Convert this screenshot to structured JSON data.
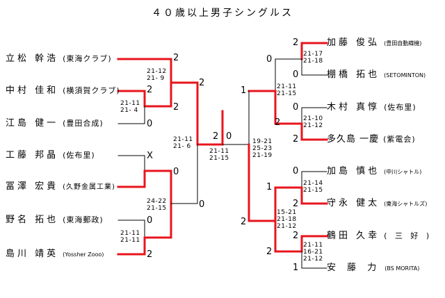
{
  "title": "４０歳以上男子シングルス",
  "players_left": [
    {
      "name": "立松 幹浩",
      "club": "(東海クラブ)"
    },
    {
      "name": "中村 佳和",
      "club": "(横須賀クラブ)"
    },
    {
      "name": "江島 健一",
      "club": "(豊田合成)"
    },
    {
      "name": "工藤 邦晶",
      "club": "(佐布里)"
    },
    {
      "name": "冨澤 宏貴",
      "club": "(久野金属工業)"
    },
    {
      "name": "野名 拓也",
      "club": "(東海郵政)"
    },
    {
      "name": "島川 靖英",
      "club": "(Yossher Zooo)"
    }
  ],
  "players_right": [
    {
      "name": "加藤 俊弘",
      "club": "(豊田自動織機)"
    },
    {
      "name": "棚橋 拓也",
      "club": "(SETOMINTON)"
    },
    {
      "name": "木村 真惇",
      "club": "(佐布里)"
    },
    {
      "name": "多久島 一慶",
      "club": "(紫電会)"
    },
    {
      "name": "加島 慎也",
      "club": "(中川シャトル)"
    },
    {
      "name": "守永 健太",
      "club": "(東海シャトルズ)"
    },
    {
      "name": "鶴田 久幸",
      "club": "( 三 好 )"
    },
    {
      "name": "安 藤 力",
      "club": "(BS MORITA)"
    }
  ],
  "game_wins": {
    "tatsumatsu": "2",
    "nakamura": "2",
    "ejima": "0",
    "kudo": "X",
    "tomizawa": "0",
    "nona": "0",
    "shimakawa": "2",
    "r2_nakamura": "2",
    "r2_shimakawa": "0",
    "semi_left": "2",
    "final_left": "2",
    "final_right": "0",
    "kato": "2",
    "tanahashi": "0",
    "kimura": "0",
    "takushima": "2",
    "kashima": "0",
    "morinaga": "2",
    "tsuruta": "2",
    "ando": "1",
    "r2_kato": "0",
    "r2_takushima": "2",
    "r2_morinaga": "1",
    "r2_tsuruta": "2",
    "semi_right": "1",
    "semi_right_low": "2"
  },
  "scores": {
    "r1_nakamura_ejima": [
      "21-11",
      "21- 4"
    ],
    "r2_tatsumatsu_nakamura": [
      "21-12",
      "21- 9"
    ],
    "r1_nona_shimakawa": [
      "21-11",
      "21-11"
    ],
    "r2_tomizawa_shimakawa": [
      "24-22",
      "21-15"
    ],
    "semi_left": [
      "21-11",
      "21- 6"
    ],
    "final": [
      "21-11",
      "21-15"
    ],
    "r1_kato_tanahashi": [
      "21-17",
      "21-18"
    ],
    "r1_kimura_takushima": [
      "21-10",
      "21-12"
    ],
    "r2_kato_takushima": [
      "21-11",
      "21-15"
    ],
    "r1_kashima_morinaga": [
      "21-14",
      "21-15"
    ],
    "r1_tsuruta_ando": [
      "21-11",
      "16-21",
      "21-12"
    ],
    "r2_morinaga_tsuruta": [
      "15-21",
      "21-18",
      "21-12"
    ],
    "semi_right": [
      "19-21",
      "25-23",
      "21-19"
    ]
  },
  "colors": {
    "win_line": "#e8141c",
    "line": "#000000"
  }
}
